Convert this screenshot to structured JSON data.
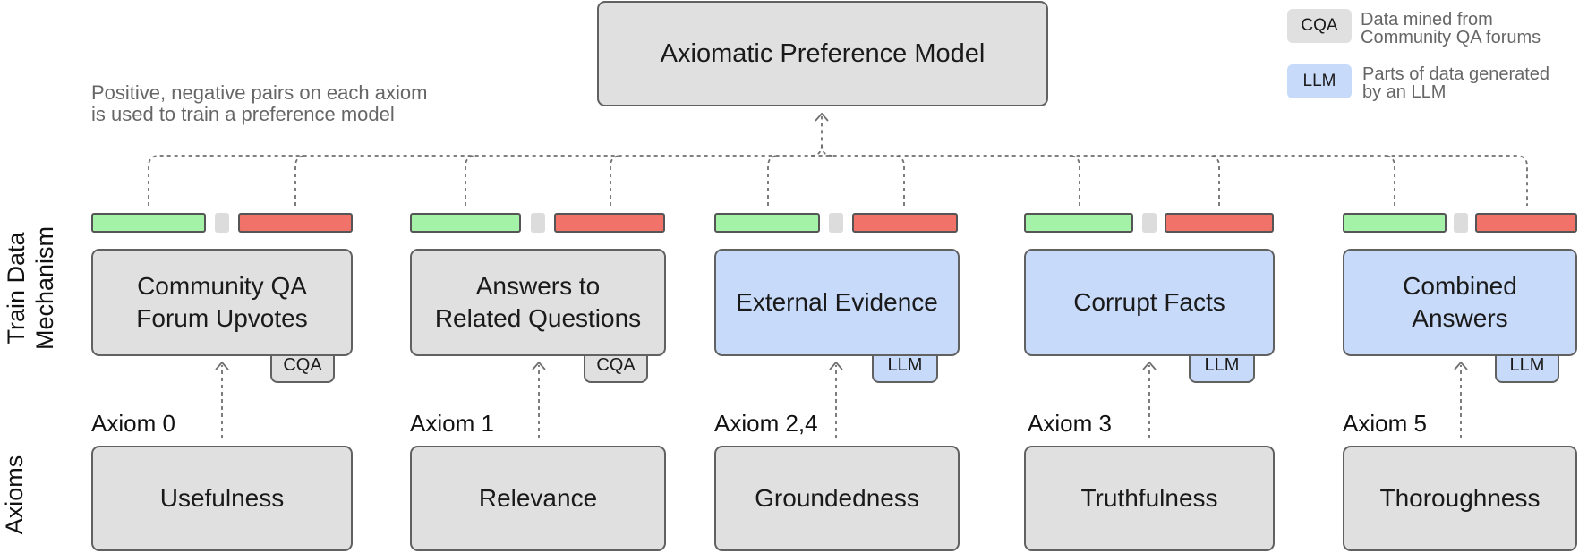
{
  "title": "Axiomatic Preference Model",
  "caption": [
    "Positive, negative pairs on each axiom",
    "is used to train a preference model"
  ],
  "row_labels": {
    "train": [
      "Train Data",
      "Mechanism"
    ],
    "axioms": "Axioms"
  },
  "legend": [
    {
      "chip": "CQA",
      "text": [
        "Data mined from",
        "Community QA forums"
      ],
      "color": "#e0e0e0"
    },
    {
      "chip": "LLM",
      "text": [
        "Parts of data generated",
        "by an LLM"
      ],
      "color": "#c8daf9"
    }
  ],
  "columns": [
    {
      "axiom_label": "Axiom 0",
      "axiom": "Usefulness",
      "mechanism": [
        "Community QA",
        "Forum Upvotes"
      ],
      "source": "CQA"
    },
    {
      "axiom_label": "Axiom 1",
      "axiom": "Relevance",
      "mechanism": [
        "Answers to",
        "Related Questions"
      ],
      "source": "CQA"
    },
    {
      "axiom_label": "Axiom 2,4",
      "axiom": "Groundedness",
      "mechanism": [
        "External Evidence"
      ],
      "source": "LLM"
    },
    {
      "axiom_label": "Axiom 3",
      "axiom": "Truthfulness",
      "mechanism": [
        "Corrupt Facts"
      ],
      "source": "LLM"
    },
    {
      "axiom_label": "Axiom 5",
      "axiom": "Thoroughness",
      "mechanism": [
        "Combined",
        "Answers"
      ],
      "source": "LLM"
    }
  ],
  "colors": {
    "cqa": "#e0e0e0",
    "llm": "#c8daf9",
    "positive": "#a3f2a8",
    "negative": "#f07269",
    "border": "#616161"
  }
}
